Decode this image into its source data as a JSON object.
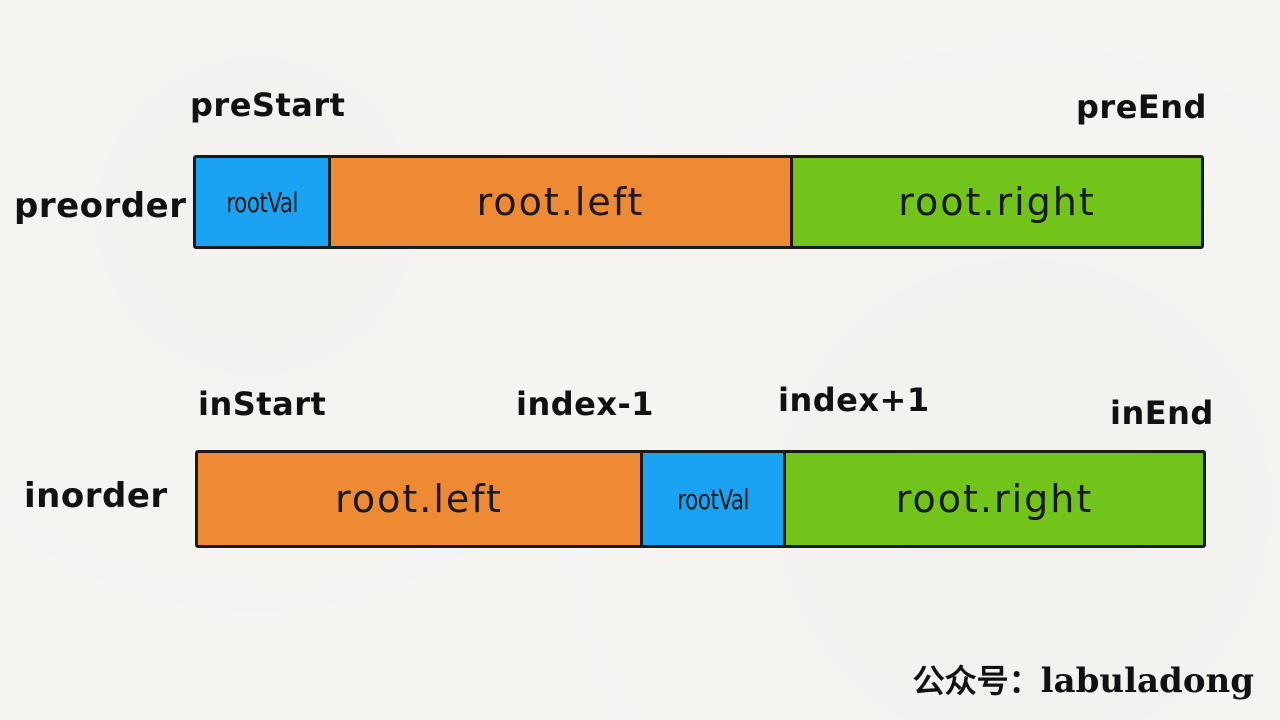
{
  "preorder": {
    "row_label": "preorder",
    "start_label": "preStart",
    "end_label": "preEnd",
    "segments": [
      {
        "text": "rootVal",
        "color": "#1aa3f2"
      },
      {
        "text": "root.left",
        "color": "#ee8a34"
      },
      {
        "text": "root.right",
        "color": "#72c41b"
      }
    ]
  },
  "inorder": {
    "row_label": "inorder",
    "start_label": "inStart",
    "index_minus_label": "index-1",
    "index_plus_label": "index+1",
    "end_label": "inEnd",
    "segments": [
      {
        "text": "root.left",
        "color": "#ee8a34"
      },
      {
        "text": "rootVal",
        "color": "#1aa3f2"
      },
      {
        "text": "root.right",
        "color": "#72c41b"
      }
    ]
  },
  "brand": {
    "prefix": "公众号：",
    "name": "labuladong"
  }
}
